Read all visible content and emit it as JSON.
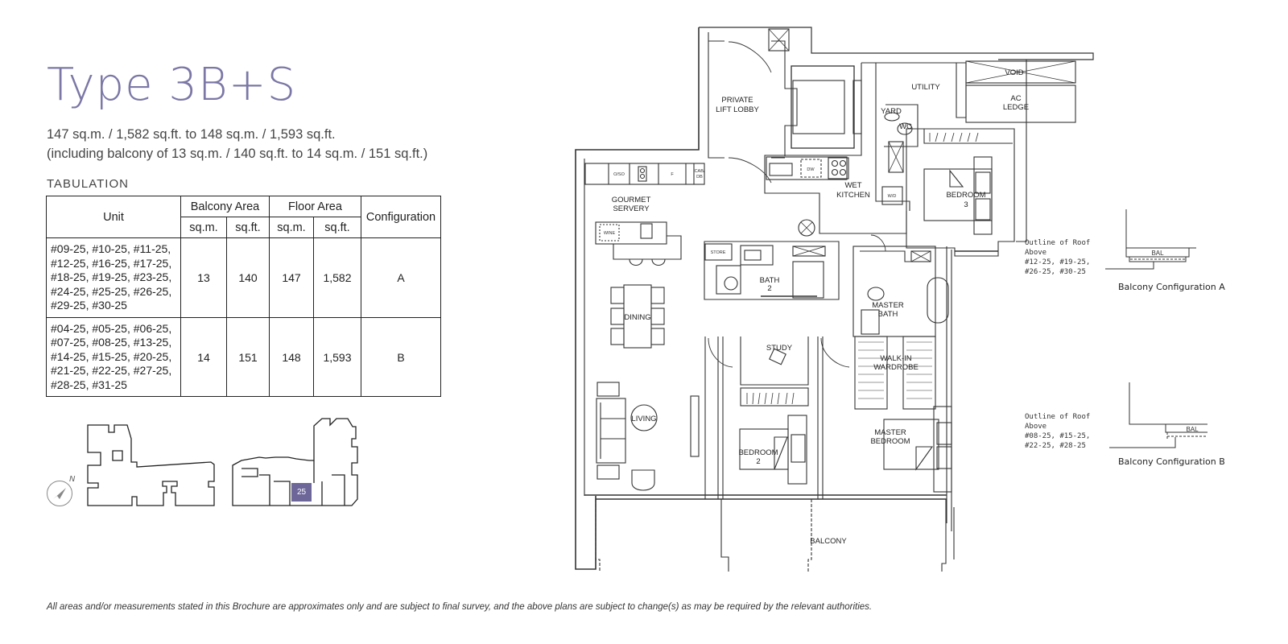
{
  "header": {
    "title": "Type 3B+S",
    "area_line": "147 sq.m. / 1,582 sq.ft. to 148 sq.m. / 1,593 sq.ft.",
    "balcony_line": "(including balcony of 13 sq.m. / 140 sq.ft. to 14 sq.m. / 151 sq.ft.)"
  },
  "tabulation": {
    "label": "TABULATION",
    "headers": {
      "unit": "Unit",
      "balcony_area": "Balcony Area",
      "floor_area": "Floor Area",
      "configuration": "Configuration",
      "sqm": "sq.m.",
      "sqft": "sq.ft."
    },
    "rows": [
      {
        "units": "#09-25, #10-25, #11-25, #12-25, #16-25, #17-25, #18-25, #19-25, #23-25, #24-25, #25-25, #26-25, #29-25, #30-25",
        "balcony_sqm": "13",
        "balcony_sqft": "140",
        "floor_sqm": "147",
        "floor_sqft": "1,582",
        "configuration": "A"
      },
      {
        "units": "#04-25, #05-25, #06-25, #07-25, #08-25, #13-25, #14-25, #15-25, #20-25, #21-25, #22-25, #27-25, #28-25, #31-25",
        "balcony_sqm": "14",
        "balcony_sqft": "151",
        "floor_sqm": "148",
        "floor_sqft": "1,593",
        "configuration": "B"
      }
    ]
  },
  "key_plan": {
    "compass_label": "N",
    "highlighted_unit": "25",
    "highlight_color": "#6c6699"
  },
  "floor_plan": {
    "rooms": {
      "private_lift_lobby_1": "PRIVATE",
      "private_lift_lobby_2": "LIFT LOBBY",
      "yard": "YARD",
      "utility": "UTILITY",
      "void": "VOID",
      "ac_ledge_1": "AC",
      "ac_ledge_2": "LEDGE",
      "wc": "WC",
      "wet_kitchen_1": "WET",
      "wet_kitchen_2": "KITCHEN",
      "wd": "W/D",
      "dw": "DW",
      "oso": "O/SO",
      "fridge": "F",
      "cab_db_1": "CAB/",
      "cab_db_2": "DB",
      "gourmet_servery_1": "GOURMET",
      "gourmet_servery_2": "SERVERY",
      "wine": "WINE",
      "store": "STORE",
      "bath2_1": "BATH",
      "bath2_2": "2",
      "bedroom3_1": "BEDROOM",
      "bedroom3_2": "3",
      "dining": "DINING",
      "master_bath_1": "MASTER",
      "master_bath_2": "BATH",
      "study": "STUDY",
      "walkin_1": "WALK-IN",
      "walkin_2": "WARDROBE",
      "living": "LIVING",
      "bedroom2_1": "BEDROOM",
      "bedroom2_2": "2",
      "master_bedroom_1": "MASTER",
      "master_bedroom_2": "BEDROOM",
      "balcony": "BALCONY"
    }
  },
  "balcony_configs": [
    {
      "note_lines": [
        "Outline of Roof",
        "Above",
        "#12-25, #19-25,",
        "#26-25, #30-25"
      ],
      "bal_label": "BAL",
      "title": "Balcony Configuration A"
    },
    {
      "note_lines": [
        "Outline of Roof",
        "Above",
        "#08-25, #15-25,",
        "#22-25, #28-25"
      ],
      "bal_label": "BAL",
      "title": "Balcony Configuration B"
    }
  ],
  "footer": {
    "disclaimer": "All areas and/or measurements stated in this Brochure are approximates only and are subject to final survey, and the above plans are subject to change(s) as may be required by the relevant authorities."
  },
  "colors": {
    "title": "#7b77a6",
    "lines": "#222222",
    "accent": "#6c6699"
  }
}
